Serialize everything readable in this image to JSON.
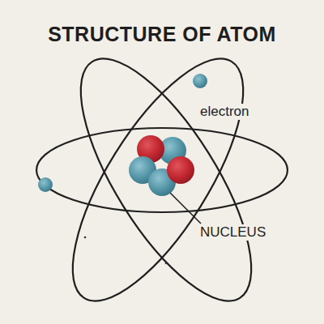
{
  "diagram": {
    "title": "STRUCTURE OF ATOM",
    "labels": [
      "electron",
      "NUCLEUS"
    ]
  }
}
